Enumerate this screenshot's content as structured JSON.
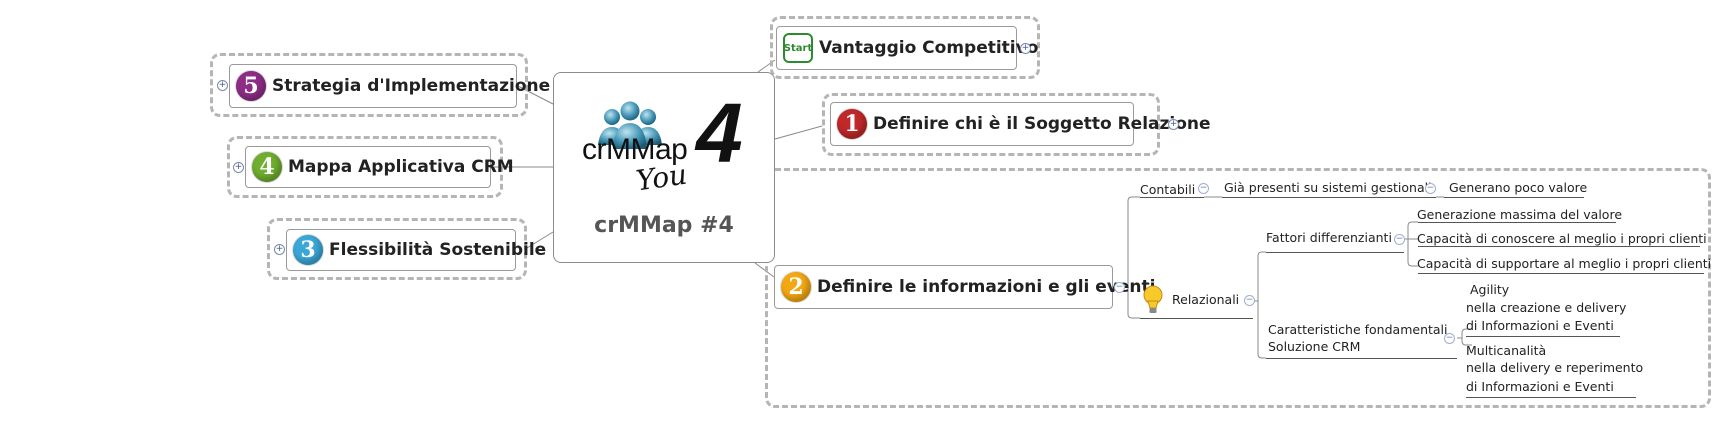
{
  "central": {
    "logo_text": "crMMap",
    "logo_digit": "4",
    "logo_script": "You",
    "title": "crMMap #4"
  },
  "topics": {
    "vantaggio": {
      "badge": "Start",
      "label": "Vantaggio Competitivo"
    },
    "soggetto": {
      "number": "1",
      "label": "Definire chi è il Soggetto Relazione"
    },
    "informazioni": {
      "number": "2",
      "label": "Definire le informazioni e gli eventi"
    },
    "flessibilita": {
      "number": "3",
      "label": "Flessibilità Sostenibile"
    },
    "mappa": {
      "number": "4",
      "label": "Mappa Applicativa CRM"
    },
    "strategia": {
      "number": "5",
      "label": "Strategia d'Implementazione"
    }
  },
  "subtopics": {
    "contabili": "Contabili",
    "gia_presenti": "Già presenti su sistemi gestionali",
    "generano": "Generano poco valore",
    "relazionali": "Relazionali",
    "fattori": "Fattori differenzianti",
    "fattori_items": [
      "Generazione massima del valore",
      "Capacità di conoscere al meglio i propri clienti",
      "Capacità di supportare al meglio i propri clienti"
    ],
    "caratteristiche": [
      "Caratteristiche fondamentali",
      "Soluzione CRM"
    ],
    "agility": [
      "Agility",
      "nella creazione e delivery",
      "di Informazioni e Eventi"
    ],
    "multicanalita": [
      "Multicanalità",
      "nella delivery e reperimento",
      "di Informazioni e Eventi"
    ]
  },
  "colors": {
    "num1": "#c0282a",
    "num2": "#f3a712",
    "num3": "#3aa7d6",
    "num4": "#6fae2f",
    "num5": "#8e2d86",
    "start_green": "#2e8a2e"
  },
  "icons": [
    "people-icon",
    "lightbulb-icon",
    "expand-icon",
    "collapse-icon"
  ]
}
